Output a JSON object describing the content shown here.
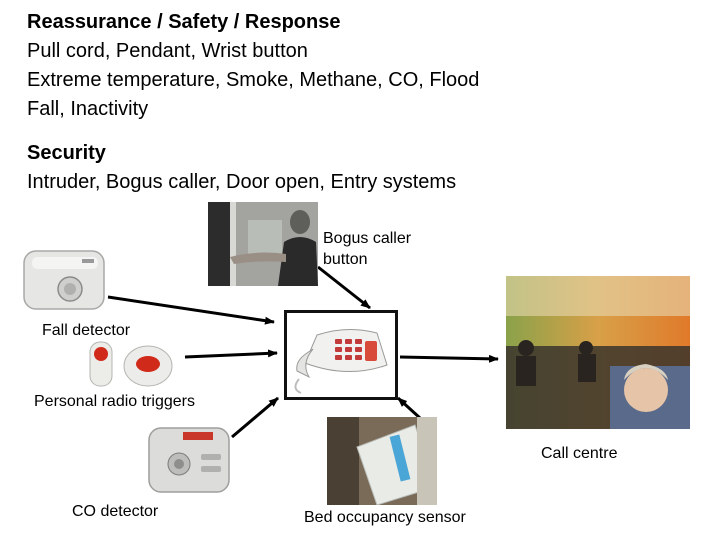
{
  "heading": {
    "line1": "Reassurance / Safety / Response",
    "line2": "Pull cord, Pendant, Wrist button",
    "line3": "Extreme temperature, Smoke, Methane, CO, Flood",
    "line4": "Fall, Inactivity"
  },
  "security": {
    "title": "Security",
    "items": "Intruder, Bogus caller, Door open, Entry systems"
  },
  "labels": {
    "bogus_caller_1": "Bogus caller",
    "bogus_caller_2": "button",
    "fall_detector": "Fall detector",
    "personal_radio_triggers": "Personal radio triggers",
    "call_centre": "Call centre",
    "co_detector": "CO detector",
    "bed_occupancy_sensor": "Bed occupancy sensor"
  }
}
